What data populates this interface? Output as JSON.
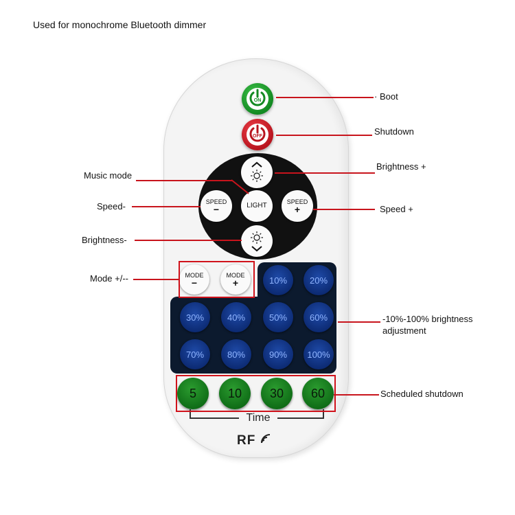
{
  "title": "Used for monochrome Bluetooth dimmer",
  "buttons": {
    "on": "ON",
    "off": "OFF",
    "speed_minus_top": "SPEED",
    "speed_minus_sign": "−",
    "speed_plus_top": "SPEED",
    "speed_plus_sign": "+",
    "light": "LIGHT",
    "mode_minus_top": "MODE",
    "mode_minus_sign": "−",
    "mode_plus_top": "MODE",
    "mode_plus_sign": "+"
  },
  "brightness_levels": [
    "10%",
    "20%",
    "30%",
    "40%",
    "50%",
    "60%",
    "70%",
    "80%",
    "90%",
    "100%"
  ],
  "timer": [
    "5",
    "10",
    "30",
    "60"
  ],
  "time_label": "Time",
  "brand": "RF",
  "annotations": {
    "boot": "· Boot",
    "shutdown": "Shutdown",
    "brightness_plus": "Brightness +",
    "music_mode": "Music mode",
    "speed_minus": "Speed-",
    "speed_plus": "Speed +",
    "brightness_minus": "Brightness-",
    "mode": "Mode +/--",
    "brightness_adjust_1": "-10%-100% brightness",
    "brightness_adjust_2": "adjustment",
    "scheduled_shutdown": "Scheduled shutdown"
  },
  "colors": {
    "callout_red": "#c8141c",
    "on_green": "#138a22",
    "off_red": "#b8141e",
    "keypad_navy": "#0c1a2e",
    "timer_green": "#0e6b16"
  }
}
